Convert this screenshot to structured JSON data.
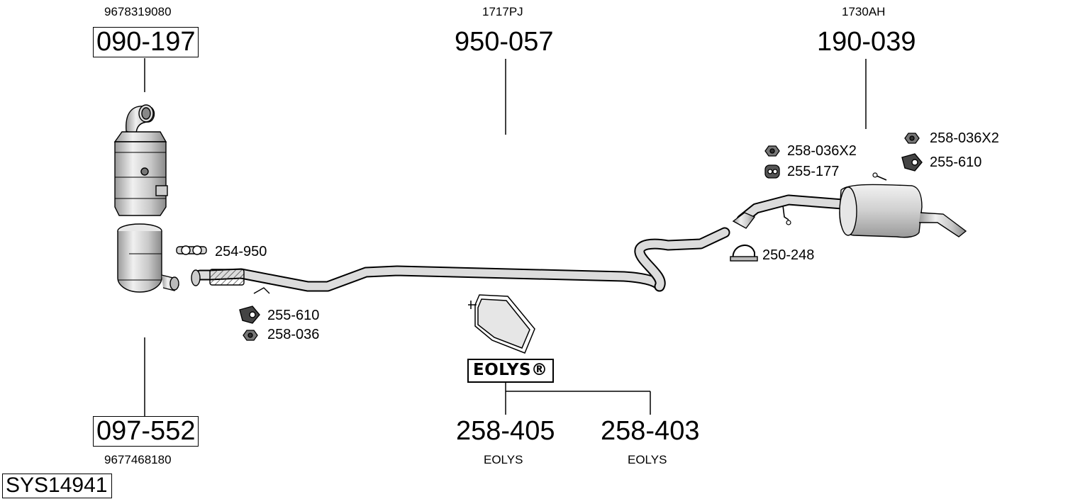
{
  "system_id": "SYS14941",
  "parts": [
    {
      "key": "cat",
      "part": "090-197",
      "oem": "9678319080",
      "boxed": true
    },
    {
      "key": "fap",
      "part": "097-552",
      "oem": "9677468180",
      "boxed": true
    },
    {
      "key": "mid",
      "part": "950-057",
      "oem": "1717PJ",
      "boxed": false
    },
    {
      "key": "rear",
      "part": "190-039",
      "oem": "1730AH",
      "boxed": false
    },
    {
      "key": "eolys1",
      "part": "258-405",
      "oem": "EOLYS",
      "boxed": false
    },
    {
      "key": "eolys2",
      "part": "258-403",
      "oem": "EOLYS",
      "boxed": false
    }
  ],
  "eolys_badge": "EOLYS®",
  "accessories": [
    {
      "key": "clamp-front",
      "part": "254-950",
      "icon": "clamp-icon"
    },
    {
      "key": "hanger-front",
      "part": "255-610",
      "icon": "rubber-hanger-icon"
    },
    {
      "key": "nut-front",
      "part": "258-036",
      "icon": "nut-icon"
    },
    {
      "key": "nut-mid",
      "part": "258-036X2",
      "icon": "nut-icon"
    },
    {
      "key": "hanger-mid",
      "part": "255-177",
      "icon": "rubber-mount-icon"
    },
    {
      "key": "nut-rear",
      "part": "258-036X2",
      "icon": "nut-icon"
    },
    {
      "key": "hanger-rear",
      "part": "255-610",
      "icon": "rubber-hanger-icon"
    },
    {
      "key": "clamp-rear",
      "part": "250-248",
      "icon": "u-clamp-icon"
    }
  ]
}
